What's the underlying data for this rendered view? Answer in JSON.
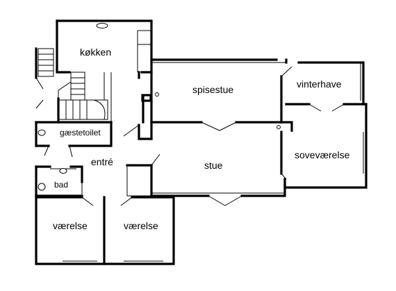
{
  "rooms": {
    "kitchen": "køkken",
    "dining": "spisestue",
    "winter_garden": "vinterhave",
    "guest_toilet": "gæstetoilet",
    "bedroom": "soveværelse",
    "entry": "entré",
    "living": "stue",
    "bath": "bad",
    "room_left": "værelse",
    "room_right": "værelse"
  }
}
